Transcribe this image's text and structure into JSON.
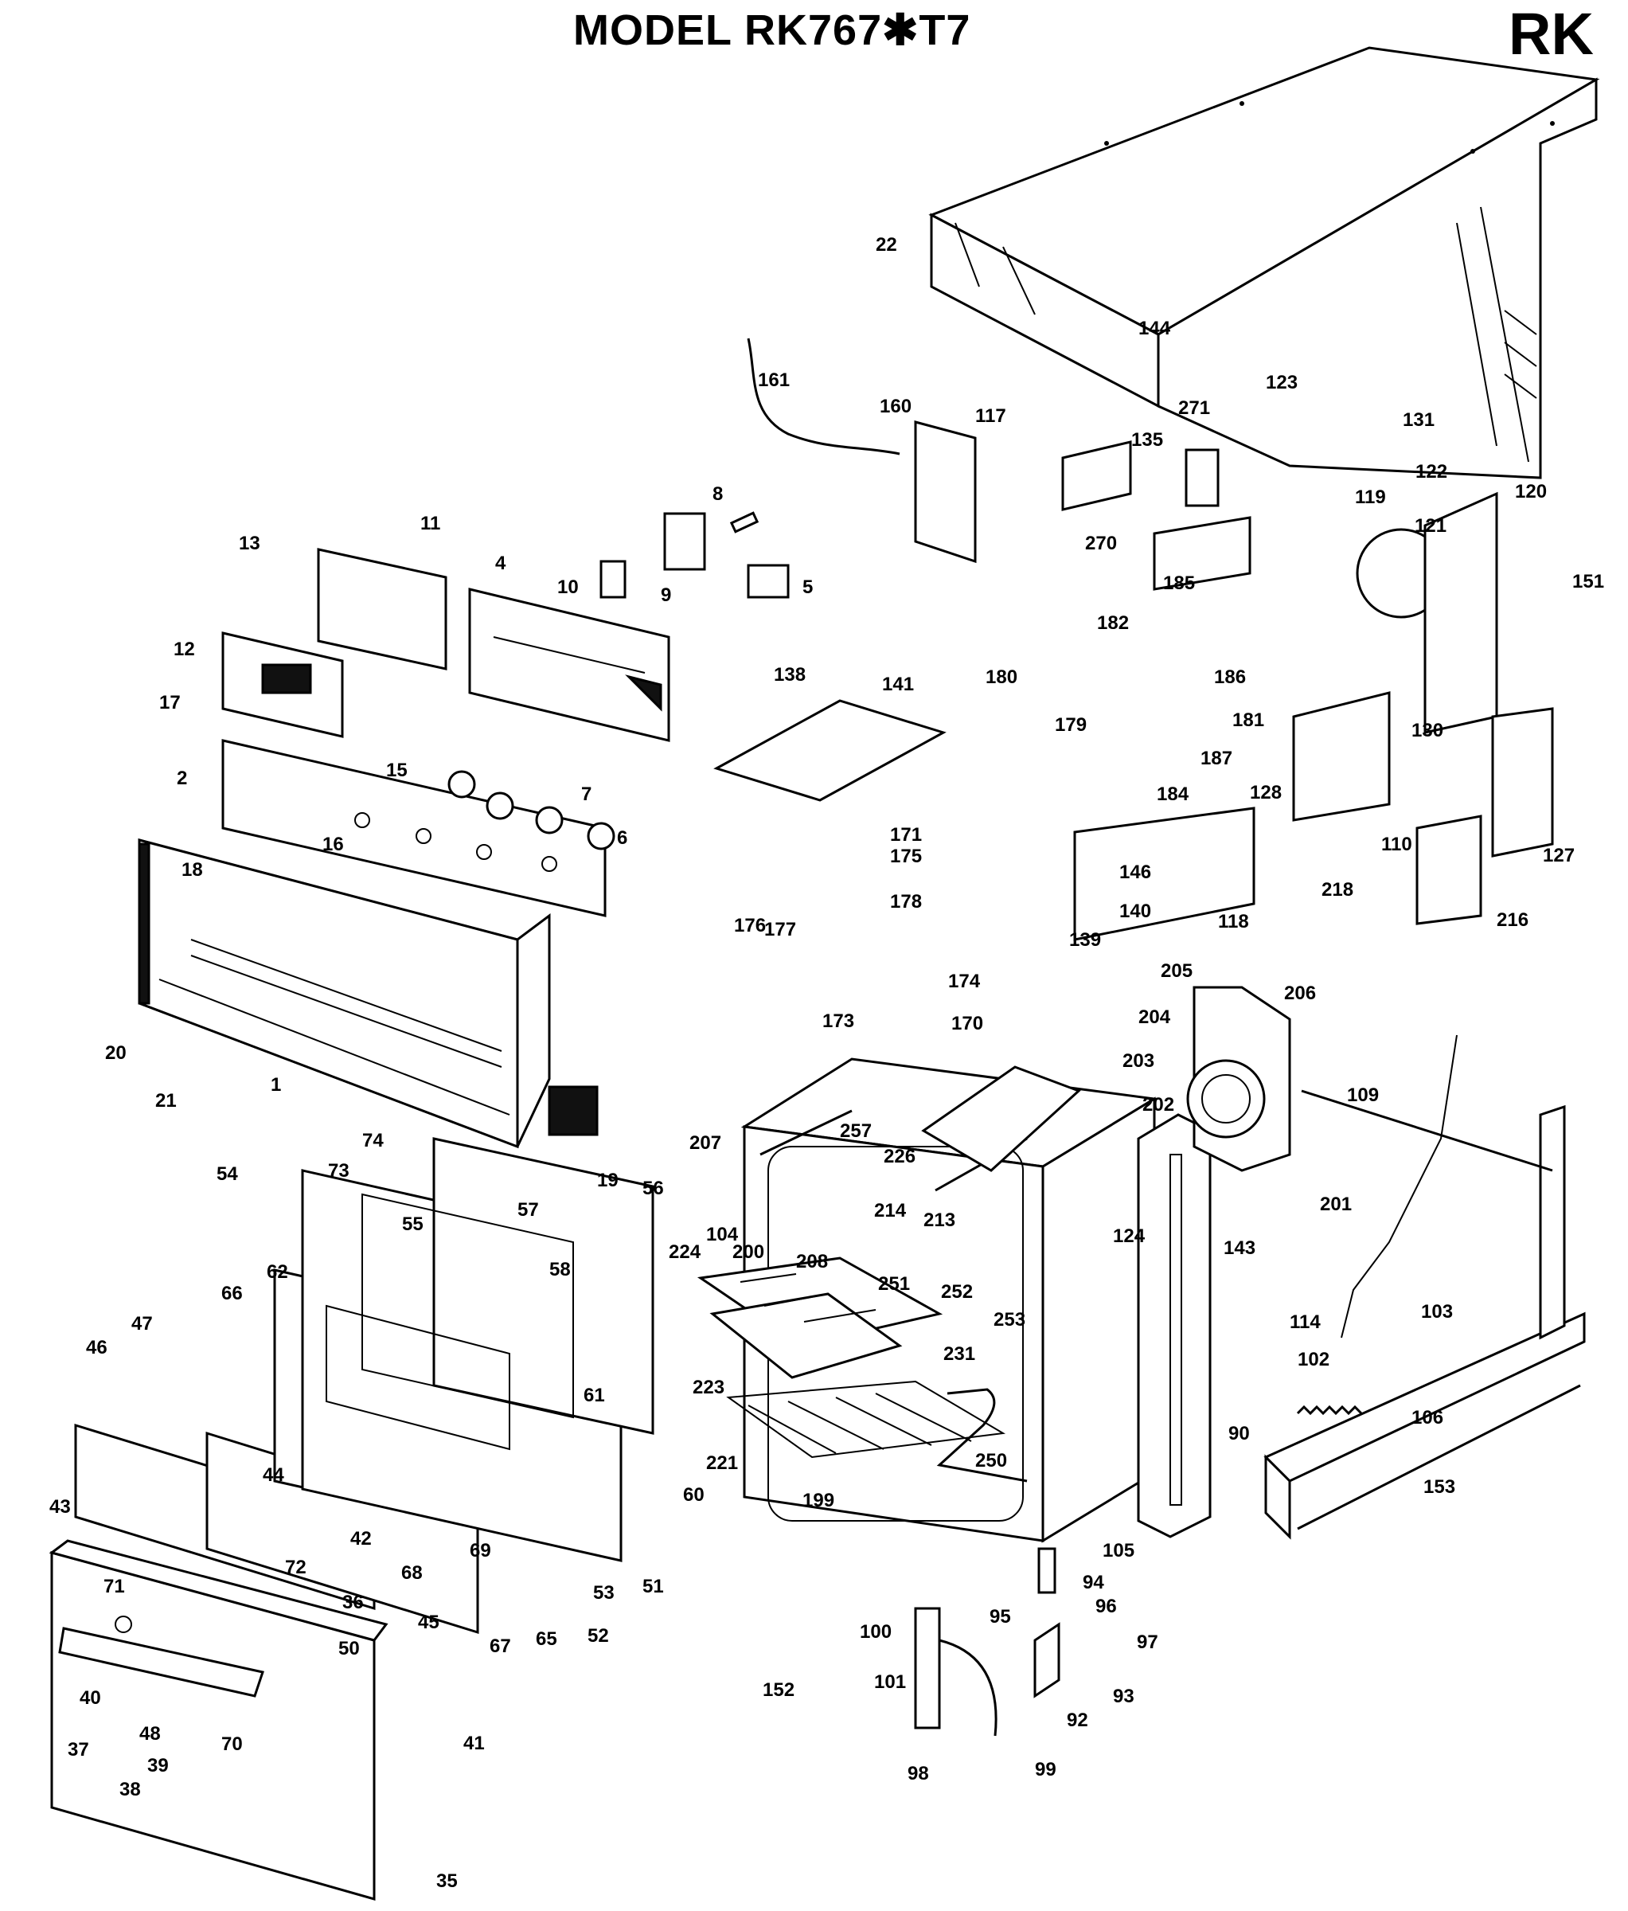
{
  "header": {
    "model_title": "MODEL RK767✱T7",
    "series_code": "RK"
  },
  "labels": [
    "1",
    "2",
    "4",
    "5",
    "6",
    "7",
    "8",
    "9",
    "10",
    "11",
    "12",
    "13",
    "15",
    "16",
    "17",
    "18",
    "19",
    "20",
    "21",
    "22",
    "35",
    "36",
    "37",
    "38",
    "39",
    "40",
    "41",
    "42",
    "43",
    "44",
    "45",
    "46",
    "47",
    "48",
    "50",
    "51",
    "52",
    "53",
    "54",
    "55",
    "56",
    "57",
    "58",
    "60",
    "61",
    "62",
    "65",
    "66",
    "67",
    "68",
    "69",
    "70",
    "71",
    "72",
    "73",
    "74",
    "90",
    "92",
    "93",
    "94",
    "95",
    "96",
    "97",
    "98",
    "99",
    "100",
    "101",
    "102",
    "103",
    "104",
    "105",
    "106",
    "109",
    "110",
    "114",
    "117",
    "118",
    "119",
    "120",
    "121",
    "122",
    "123",
    "124",
    "127",
    "128",
    "130",
    "131",
    "135",
    "138",
    "139",
    "140",
    "141",
    "143",
    "144",
    "146",
    "151",
    "152",
    "153",
    "160",
    "161",
    "170",
    "171",
    "173",
    "174",
    "175",
    "176",
    "177",
    "178",
    "179",
    "180",
    "181",
    "182",
    "184",
    "185",
    "186",
    "187",
    "199",
    "200",
    "201",
    "202",
    "203",
    "204",
    "205",
    "206",
    "207",
    "208",
    "213",
    "214",
    "216",
    "218",
    "221",
    "223",
    "224",
    "226",
    "231",
    "250",
    "251",
    "252",
    "253",
    "257",
    "270",
    "271"
  ]
}
